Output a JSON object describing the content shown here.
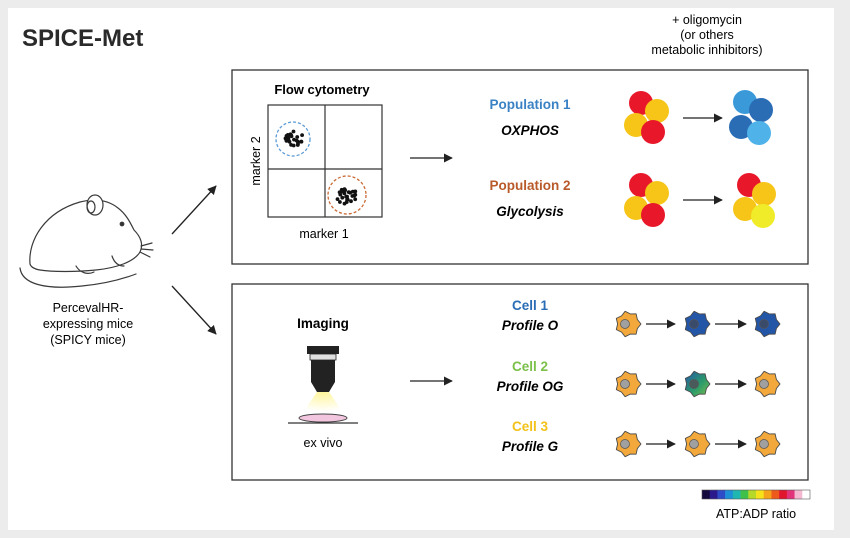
{
  "title": "SPICE-Met",
  "inhibitor_note": {
    "line1": "+ oligomycin",
    "line2": "(or others",
    "line3": "metabolic inhibitors)"
  },
  "mouse": {
    "line1": "PercevalHR-",
    "line2": "expressing mice",
    "line3": "(SPICY mice)"
  },
  "flow_panel": {
    "title": "Flow cytometry",
    "x_axis": "marker 1",
    "y_axis": "marker 2",
    "populations": [
      {
        "name": "Population 1",
        "profile": "OXPHOS",
        "color": "#3b82c4"
      },
      {
        "name": "Population 2",
        "profile": "Glycolysis",
        "color": "#b85a2a"
      }
    ]
  },
  "imaging_panel": {
    "title": "Imaging",
    "sample_label": "ex vivo",
    "cells": [
      {
        "name": "Cell 1",
        "profile": "Profile O",
        "color": "#2a6db5"
      },
      {
        "name": "Cell 2",
        "profile": "Profile OG",
        "color": "#7cc04a"
      },
      {
        "name": "Cell 3",
        "profile": "Profile G",
        "color": "#f2c21a"
      }
    ]
  },
  "legend": {
    "label": "ATP:ADP ratio",
    "colors": [
      "#140a3c",
      "#2b1a8c",
      "#2f4cc8",
      "#1f8fd8",
      "#1fb7b0",
      "#3fc04a",
      "#b6d829",
      "#f5e21a",
      "#f5a31a",
      "#ee5a1c",
      "#e0162e",
      "#e2347a",
      "#f4b8d0",
      "#ffffff"
    ]
  }
}
